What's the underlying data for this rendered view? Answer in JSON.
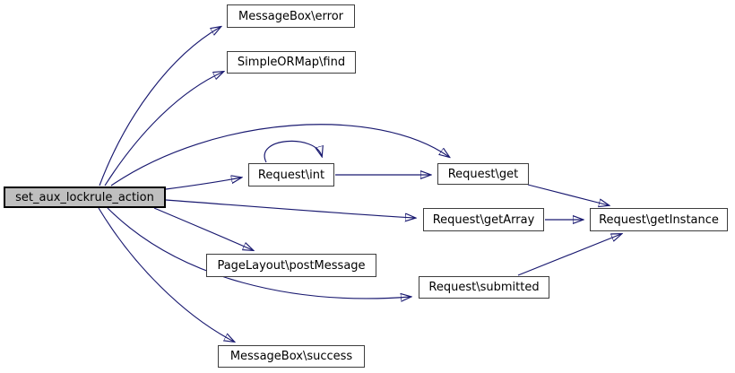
{
  "diagram": {
    "kind": "call-graph",
    "colors": {
      "edge": "#191970",
      "node_fill": "#ffffff",
      "node_border": "#3d3d3d",
      "root_fill": "#bfbfbf",
      "root_border": "#000000",
      "background": "#ffffff"
    },
    "nodes": [
      {
        "id": "root",
        "label": "set_aux_lockrule_action",
        "highlighted": true
      },
      {
        "id": "error",
        "label": "MessageBox\\error"
      },
      {
        "id": "find",
        "label": "SimpleORMap\\find"
      },
      {
        "id": "int",
        "label": "Request\\int"
      },
      {
        "id": "get",
        "label": "Request\\get"
      },
      {
        "id": "getarray",
        "label": "Request\\getArray"
      },
      {
        "id": "getinstance",
        "label": "Request\\getInstance"
      },
      {
        "id": "postmessage",
        "label": "PageLayout\\postMessage"
      },
      {
        "id": "submitted",
        "label": "Request\\submitted"
      },
      {
        "id": "success",
        "label": "MessageBox\\success"
      }
    ],
    "edges": [
      {
        "from": "set_aux_lockrule_action",
        "to": "MessageBox\\error"
      },
      {
        "from": "set_aux_lockrule_action",
        "to": "SimpleORMap\\find"
      },
      {
        "from": "set_aux_lockrule_action",
        "to": "Request\\get"
      },
      {
        "from": "set_aux_lockrule_action",
        "to": "Request\\int"
      },
      {
        "from": "set_aux_lockrule_action",
        "to": "Request\\getArray"
      },
      {
        "from": "set_aux_lockrule_action",
        "to": "PageLayout\\postMessage"
      },
      {
        "from": "set_aux_lockrule_action",
        "to": "Request\\submitted"
      },
      {
        "from": "set_aux_lockrule_action",
        "to": "MessageBox\\success"
      },
      {
        "from": "Request\\int",
        "to": "Request\\int"
      },
      {
        "from": "Request\\int",
        "to": "Request\\get"
      },
      {
        "from": "Request\\get",
        "to": "Request\\getInstance"
      },
      {
        "from": "Request\\getArray",
        "to": "Request\\getInstance"
      },
      {
        "from": "Request\\submitted",
        "to": "Request\\getInstance"
      }
    ]
  }
}
